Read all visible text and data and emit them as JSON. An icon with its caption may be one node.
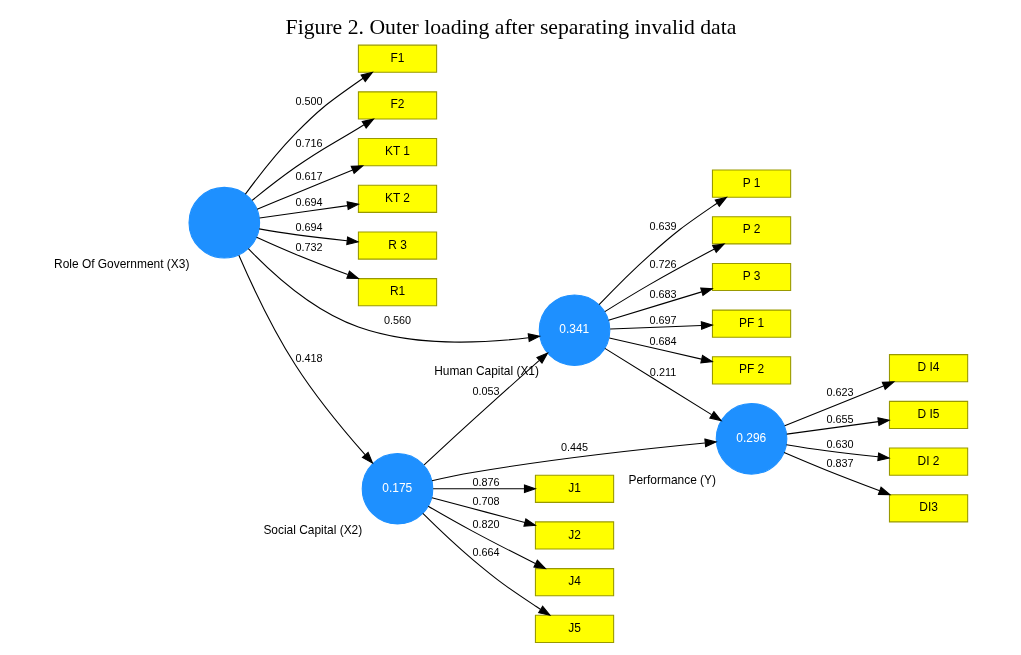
{
  "diagram": {
    "title": "Figure 2. Outer loading after separating invalid data",
    "nodes": [
      {
        "text": [
          "P 1"
        ]
      },
      {
        "text": [
          "P 2"
        ]
      },
      {
        "text": [
          "P 3"
        ]
      },
      {
        "text": [
          "PF 1"
        ]
      },
      {
        "text": [
          "PF 2"
        ]
      },
      {
        "text": [
          "F1"
        ]
      },
      {
        "text": [
          "F2"
        ]
      },
      {
        "text": [
          "KT 1"
        ]
      },
      {
        "text": [
          "KT 2"
        ]
      },
      {
        "text": [
          "R 3"
        ]
      },
      {
        "text": [
          "R1"
        ]
      },
      {
        "text": [
          "0.341"
        ],
        "beside": [
          "Human Capital (X1)"
        ]
      },
      {
        "text": [],
        "shape": "circle",
        "beside": [
          "Role Of Government (X3)"
        ]
      },
      {
        "text": [
          "0.296"
        ],
        "beside": [
          "Performance (Y)"
        ]
      },
      {
        "text": [
          "0.175"
        ],
        "beside": [
          "Social Capital (X2)"
        ]
      },
      {
        "text": [
          "D I4"
        ]
      },
      {
        "text": [
          "D I5"
        ]
      },
      {
        "text": [
          "DI 2"
        ]
      },
      {
        "text": [
          "DI3"
        ]
      },
      {
        "text": [
          "J1"
        ]
      },
      {
        "text": [
          "J2"
        ]
      },
      {
        "text": [
          "J4"
        ]
      },
      {
        "text": [
          "J5"
        ]
      }
    ],
    "edges": [
      {
        "from": 11,
        "to": 0,
        "arrow": "to",
        "label": "0.639"
      },
      {
        "from": 11,
        "to": 1,
        "arrow": "to",
        "label": "0.726"
      },
      {
        "from": 11,
        "to": 2,
        "arrow": "to",
        "label": "0.683"
      },
      {
        "from": 11,
        "to": 3,
        "arrow": "to",
        "label": "0.697"
      },
      {
        "from": 11,
        "to": 4,
        "arrow": "to",
        "label": "0.684"
      },
      {
        "from": 12,
        "to": 5,
        "arrow": "to",
        "label": "0.500"
      },
      {
        "from": 12,
        "to": 6,
        "arrow": "to",
        "label": "0.716"
      },
      {
        "from": 12,
        "to": 7,
        "arrow": "to",
        "label": "0.617"
      },
      {
        "from": 12,
        "to": 8,
        "arrow": "to",
        "label": "0.694"
      },
      {
        "from": 12,
        "to": 9,
        "arrow": "to",
        "label": "0.694"
      },
      {
        "from": 12,
        "to": 10,
        "arrow": "to",
        "label": "0.732"
      },
      {
        "from": 12,
        "to": 11,
        "arrow": "to",
        "label": "0.560"
      },
      {
        "from": 12,
        "to": 14,
        "arrow": "to",
        "label": "0.418"
      },
      {
        "from": 14,
        "to": 11,
        "arrow": "to",
        "label": "0.053"
      },
      {
        "from": 11,
        "to": 13,
        "arrow": "to",
        "label": "0.211"
      },
      {
        "from": 14,
        "to": 13,
        "arrow": "to",
        "label": "0.445"
      },
      {
        "from": 13,
        "to": 15,
        "arrow": "to",
        "label": "0.623"
      },
      {
        "from": 13,
        "to": 16,
        "arrow": "to",
        "label": "0.655"
      },
      {
        "from": 13,
        "to": 17,
        "arrow": "to",
        "label": "0.630"
      },
      {
        "from": 13,
        "to": 18,
        "arrow": "to",
        "label": "0.837"
      },
      {
        "from": 14,
        "to": 19,
        "arrow": "to",
        "label": "0.876"
      },
      {
        "from": 14,
        "to": 20,
        "arrow": "to",
        "label": "0.708"
      },
      {
        "from": 14,
        "to": 21,
        "arrow": "to",
        "label": "0.820"
      },
      {
        "from": 14,
        "to": 22,
        "arrow": "to",
        "label": "0.664"
      }
    ]
  }
}
